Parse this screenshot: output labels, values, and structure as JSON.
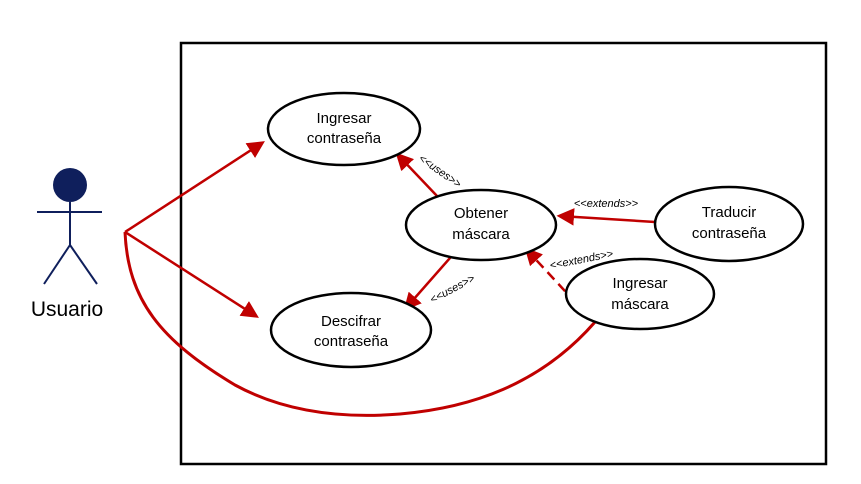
{
  "diagram": {
    "actor": {
      "name": "Usuario"
    },
    "use_cases": {
      "ingresar_contrasena": {
        "line1": "Ingresar",
        "line2": "contraseña"
      },
      "obtener_mascara": {
        "line1": "Obtener",
        "line2": "máscara"
      },
      "descifrar_contrasena": {
        "line1": "Descifrar",
        "line2": "contraseña"
      },
      "traducir_contrasena": {
        "line1": "Traducir",
        "line2": "contraseña"
      },
      "ingresar_mascara": {
        "line1": "Ingresar",
        "line2": "máscara"
      }
    },
    "stereotypes": {
      "uses_upper": "<<uses>>",
      "uses_lower": "<<uses>>",
      "extends_traducir": "<<extends>>",
      "extends_mascara": "<<extends>>"
    },
    "colors": {
      "connector": "#C00000",
      "actor_head": "#0F1F5C",
      "actor_body": "#0F1F5C",
      "outline": "#000000"
    }
  }
}
